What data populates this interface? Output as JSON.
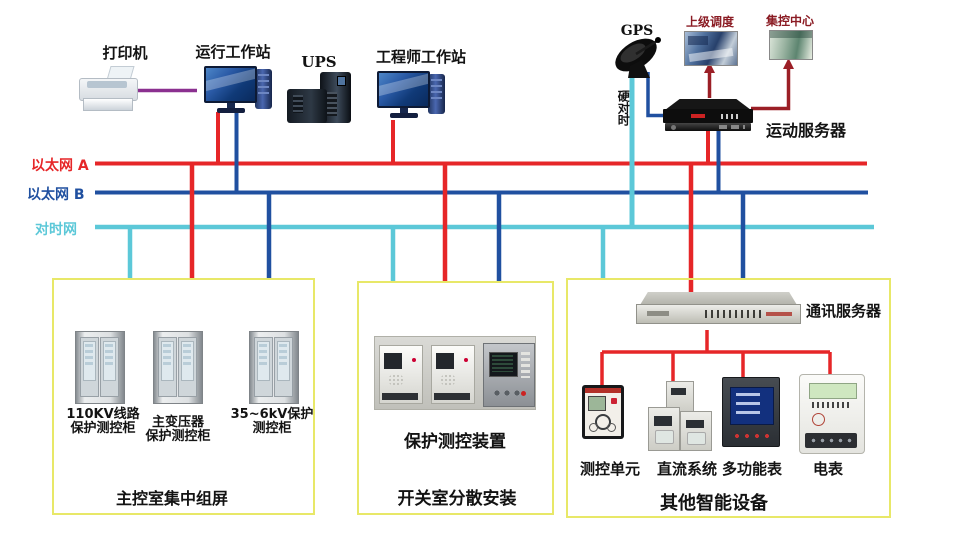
{
  "colors": {
    "ethernet_a": "#e62628",
    "ethernet_b": "#2050a0",
    "time_net": "#5cc8d8",
    "printer_link": "#8b3090",
    "uplink": "#9b1f26",
    "box_border": "#e8e868",
    "dark_label": "#8b1c24"
  },
  "top": {
    "printer": "打印机",
    "operator_ws": "运行工作站",
    "ups": "UPS",
    "engineer_ws": "工程师工作站",
    "gps": "GPS",
    "hard_time_sync": "硬对时",
    "superior_dispatch": "上级调度",
    "control_center": "集控中心",
    "telecontrol_server": "运动服务器"
  },
  "buses": {
    "a": "以太网 A",
    "b": "以太网 B",
    "time": "对时网"
  },
  "panel_main_control": {
    "title": "主控室集中组屏",
    "cabinets": [
      {
        "line1": "110KV线路",
        "line2": "保护测控柜"
      },
      {
        "line1": "主变压器",
        "line2": "保护测控柜"
      },
      {
        "line1": "35~6kV保护",
        "line2": "测控柜"
      }
    ]
  },
  "panel_switch_room": {
    "title": "开关室分散安装",
    "device": "保护测控装置"
  },
  "panel_other": {
    "title": "其他智能设备",
    "comm_server": "通讯服务器",
    "devices": [
      "测控单元",
      "直流系统",
      "多功能表",
      "电表"
    ]
  }
}
